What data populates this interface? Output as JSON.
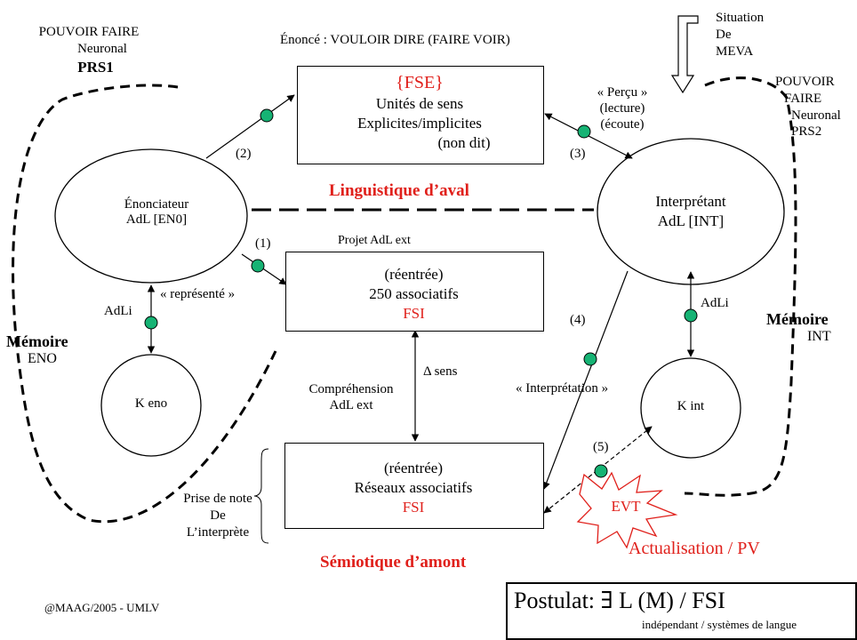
{
  "top_box": {
    "title": "{FSE}",
    "line1": "Unités de sens",
    "line2": "Explicites/implicites",
    "line3": "(non dit)"
  },
  "middle_box": {
    "line1": "(réentrée)",
    "line2": "250 associatifs",
    "line3": "FSI"
  },
  "bottom_box": {
    "line1": "(réentrée)",
    "line2": "Réseaux associatifs",
    "line3": "FSI"
  },
  "enonciateur": {
    "line1": "Énonciateur",
    "line2": "AdL  [EN0]"
  },
  "interpretant": {
    "line1": "Interprétant",
    "line2": "AdL [INT]"
  },
  "k_eno": "K eno",
  "k_int": "K int",
  "left": {
    "pouvoir_faire": "POUVOIR FAIRE",
    "neuronal": "Neuronal",
    "prs": "PRS1"
  },
  "right": {
    "pouvoir": "POUVOIR",
    "faire": "FAIRE",
    "neuronal": "Neuronal",
    "prs": "PRS2"
  },
  "enonce_title": "Énoncé : VOULOIR DIRE (FAIRE VOIR)",
  "meva": {
    "line1": "Situation",
    "line2": "De",
    "line3": "MEVA"
  },
  "percu": {
    "line1": "« Perçu »",
    "line2": "(lecture)",
    "line3": "(écoute)"
  },
  "labels": {
    "n1": "(1)",
    "n2": "(2)",
    "n3": "(3)",
    "n4": "(4)",
    "n5": "(5)"
  },
  "linguistique": "Linguistique d’aval",
  "semiotique": "Sémiotique d’amont",
  "actualisation": "Actualisation / PV",
  "evt": "EVT",
  "projet_label": "Projet AdL ext",
  "represente": "« représenté »",
  "adli_left": "AdLi",
  "adli_right": "AdLi",
  "memoire_left": {
    "line1": "Mémoire",
    "line2": "ENO"
  },
  "memoire_right": {
    "line1": "Mémoire",
    "line2": "INT"
  },
  "delta_sens": "Δ sens",
  "comprehension": {
    "line1": "Compréhension",
    "line2": "AdL ext"
  },
  "interpretation": "« Interprétation »",
  "prise_note": {
    "line1": "Prise de note",
    "line2": "De",
    "line3": "L’interprète"
  },
  "copyright": "@MAAG/2005 - UMLV",
  "postulat": {
    "main": "Postulat: ∃  L (M) / FSI",
    "sub": "indépendant / systèmes de langue"
  }
}
